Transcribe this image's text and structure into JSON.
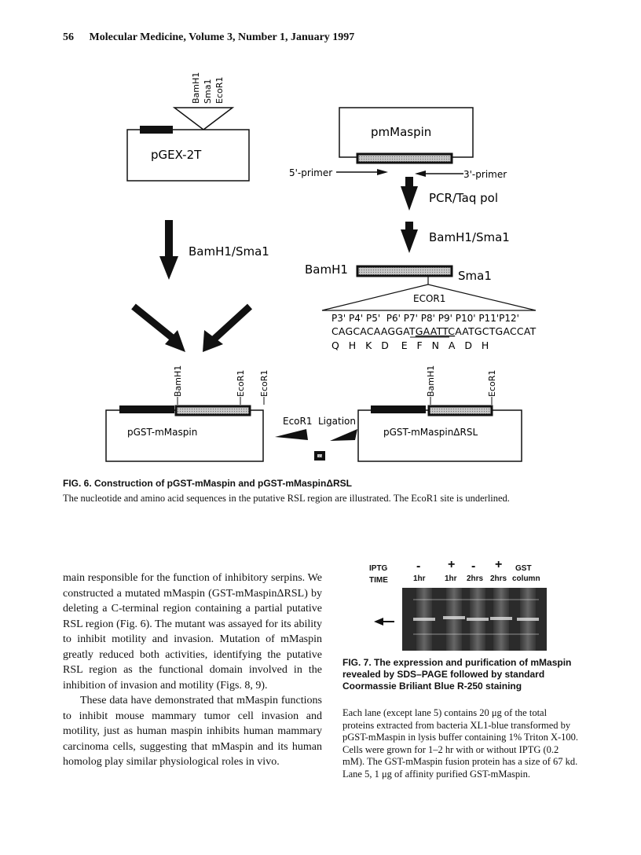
{
  "header": {
    "page_number": "56",
    "running_title": "Molecular Medicine, Volume 3, Number 1, January 1997"
  },
  "figure6": {
    "sites_top": [
      "BamH1",
      "Sma1",
      "EcoR1"
    ],
    "vector_label": "pGEX-2T",
    "pmmaspin_label": "pmMaspin",
    "primer5": "5'-primer",
    "primer3": "3'-primer",
    "pcr_label": "PCR/Taq pol",
    "digest_right": "BamH1/Sma1",
    "digest_left": "BamH1/Sma1",
    "insert_left_site": "BamH1",
    "insert_right_site": "Sma1",
    "ecor1_label": "ECOR1",
    "positions": "P3' P4' P5'  P6' P7' P8' P9' P10' P11'P12'",
    "nucleotide_pre": "CAGCACAAGGAT",
    "nucleotide_site": "GAATTC",
    "nucleotide_post": "AATGCTGACCAT",
    "amino_acids": "Q   H   K   D    E   F   N   A   D   H",
    "left_plasmid_sites": [
      "BamH1",
      "EcoR1",
      "EcoR1"
    ],
    "left_plasmid_label": "pGST-mMaspin",
    "step_ecor1": "EcoR1",
    "step_ligation": "Ligation",
    "right_plasmid_sites": [
      "BamH1",
      "EcoR1"
    ],
    "right_plasmid_label": "pGST-mMaspinΔRSL",
    "caption_title": "FIG. 6.  Construction of pGST-mMaspin and pGST-mMaspinΔRSL",
    "caption_body": "The nucleotide and amino acid sequences in the putative RSL region are illustrated. The EcoR1 site is underlined."
  },
  "body_text": {
    "para1": "main responsible for the function of inhibitory serpins. We constructed a mutated mMaspin (GST-mMaspinΔRSL) by deleting a C-terminal region containing a partial putative RSL region (Fig. 6). The mutant was assayed for its ability to inhibit motility and invasion. Mutation of mMaspin greatly reduced both activities, identifying the putative RSL region as the functional domain involved in the inhibition of invasion and motility (Figs. 8, 9).",
    "para2": "These data have demonstrated that mMaspin functions to inhibit mouse mammary tumor cell invasion and motility, just as human maspin inhibits human mammary carcinoma cells, suggesting that mMaspin and its human homolog play similar physiological roles in vivo."
  },
  "figure7": {
    "iptg_label": "IPTG",
    "time_label": "TIME",
    "iptg_values": [
      "-",
      "+",
      "-",
      "+"
    ],
    "time_values": [
      "1hr",
      "1hr",
      "2hrs",
      "2hrs"
    ],
    "gst_label": "GST",
    "column_label": "column",
    "title": "FIG. 7.  The expression and purification of mMaspin revealed by SDS–PAGE followed by standard Coormassie Briliant Blue R-250 staining",
    "body": "Each lane (except lane 5) contains 20 μg of the total proteins extracted from bacteria XL1-blue transformed by pGST-mMaspin in lysis buffer containing 1% Triton X-100. Cells were grown for 1–2 hr with or without IPTG (0.2 mM). The GST-mMaspin fusion protein has a size of 67 kd. Lane 5, 1 μg of affinity purified GST-mMaspin."
  }
}
